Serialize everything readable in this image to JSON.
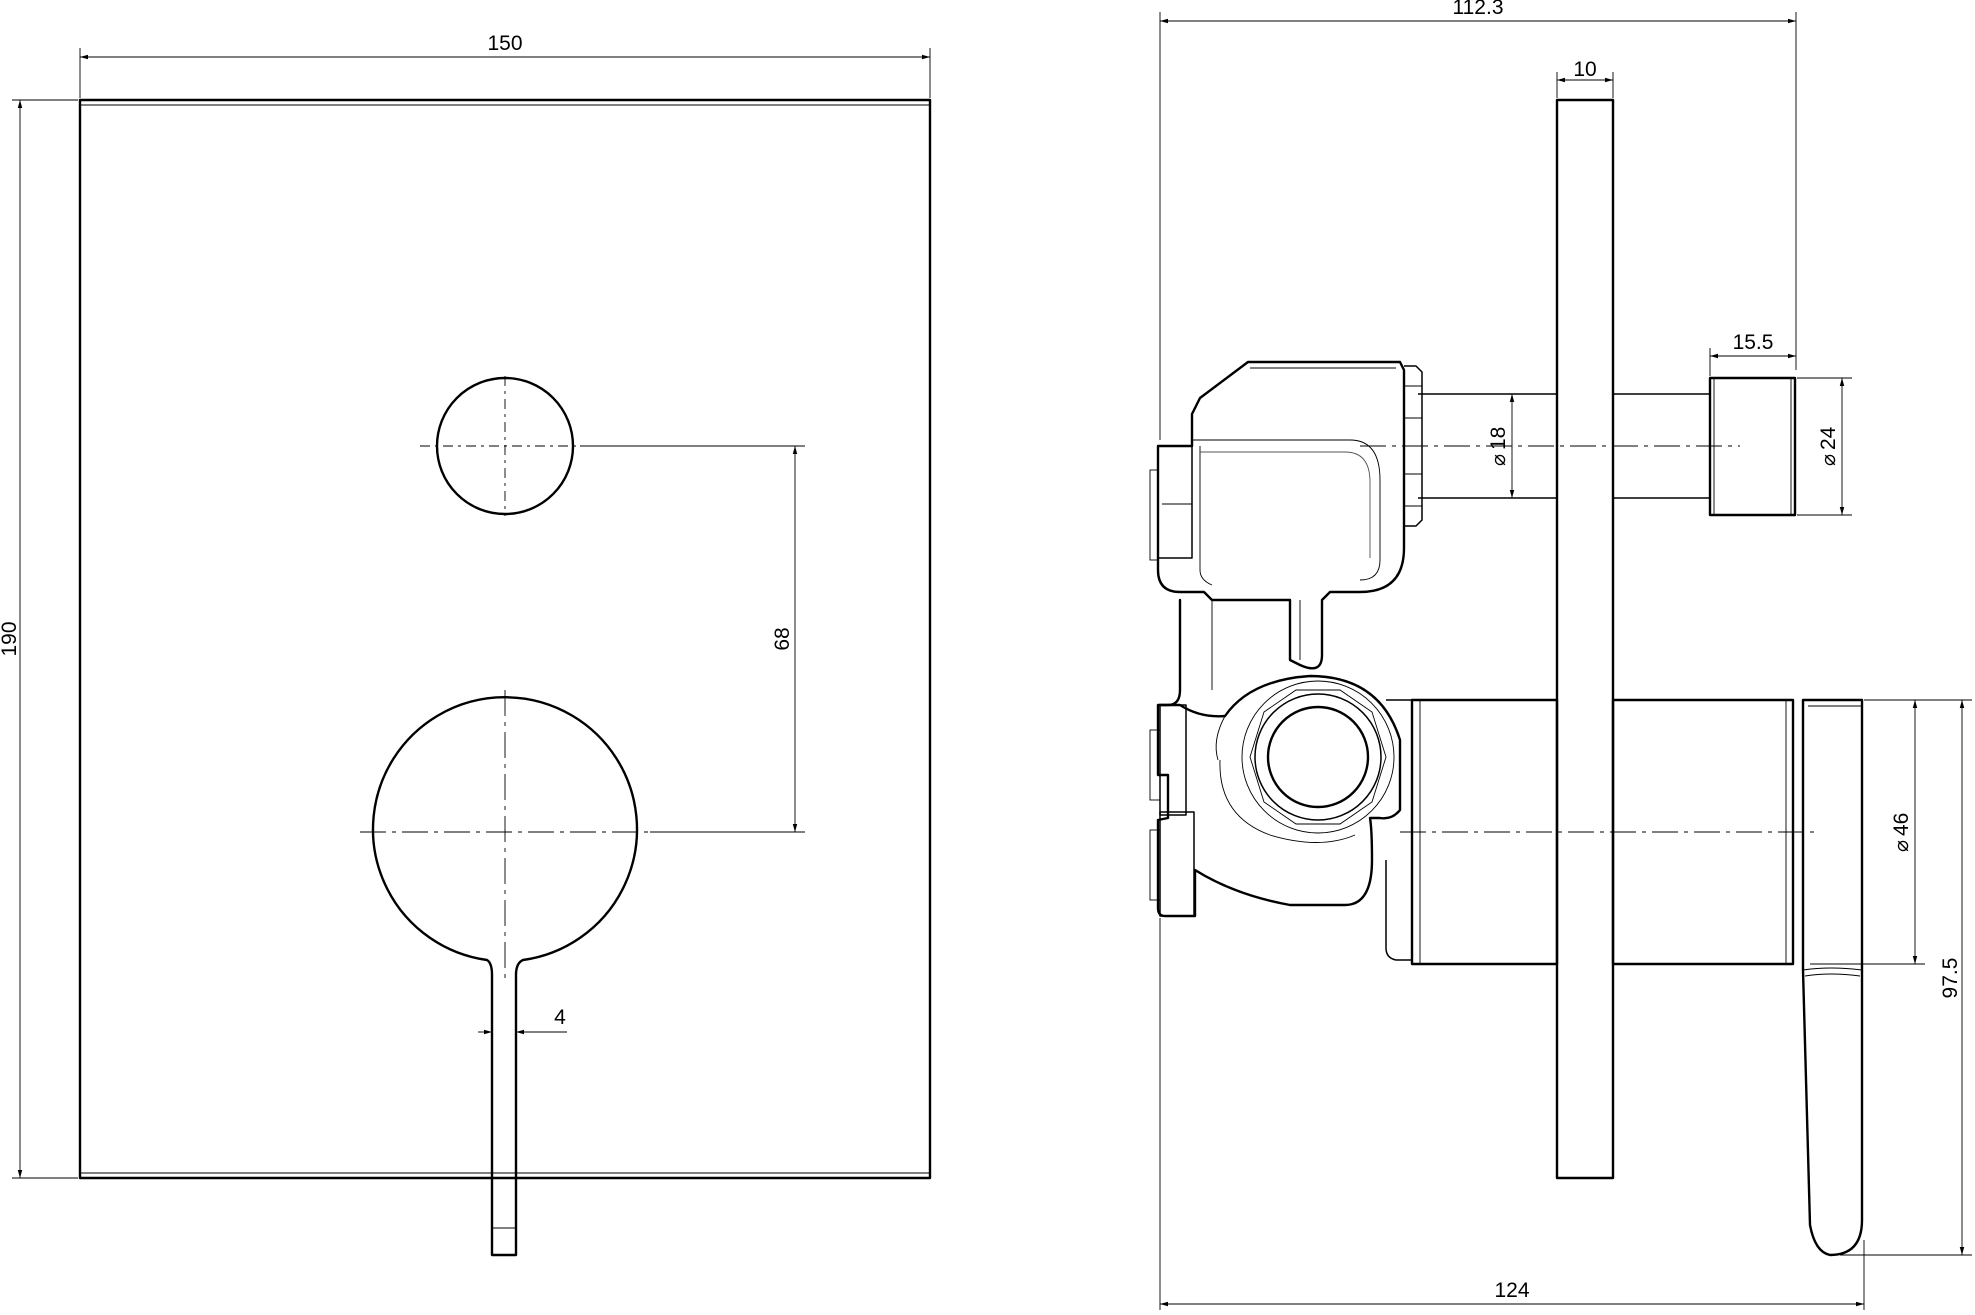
{
  "front_view": {
    "width_dim": "150",
    "height_dim": "190",
    "center_distance_dim": "68",
    "lever_width_dim": "4"
  },
  "side_view": {
    "overall_depth_dim": "112.3",
    "plate_thickness_dim": "10",
    "knob_length_dim": "15.5",
    "knob_diameter_dim": "24",
    "stem_diameter_dim": "18",
    "handle_diameter_dim": "46",
    "handle_height_dim": "97.5",
    "total_depth_dim": "124"
  },
  "symbols": {
    "diameter": "⌀"
  }
}
